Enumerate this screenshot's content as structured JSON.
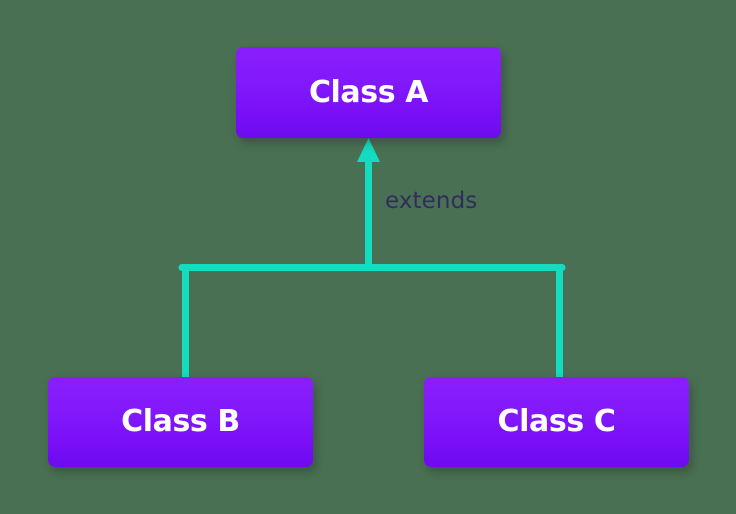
{
  "diagram": {
    "type": "uml-class-inheritance",
    "background_color": "#4a7053",
    "nodes": [
      {
        "id": "class-a",
        "label": "Class A",
        "role": "superclass",
        "fill_top": "#8b1ffb",
        "fill_bottom": "#6d0bef",
        "text_color": "#ffffff"
      },
      {
        "id": "class-b",
        "label": "Class B",
        "role": "subclass",
        "fill_top": "#8b1ffb",
        "fill_bottom": "#6d0bef",
        "text_color": "#ffffff"
      },
      {
        "id": "class-c",
        "label": "Class C",
        "role": "subclass",
        "fill_top": "#8b1ffb",
        "fill_bottom": "#6d0bef",
        "text_color": "#ffffff"
      }
    ],
    "edges": [
      {
        "id": "edge-extends",
        "from": [
          "class-b",
          "class-c"
        ],
        "to": "class-a",
        "label": "extends",
        "label_color": "#302d5c",
        "line_color": "#13dcc0",
        "arrow_head": "triangle-up"
      }
    ]
  }
}
